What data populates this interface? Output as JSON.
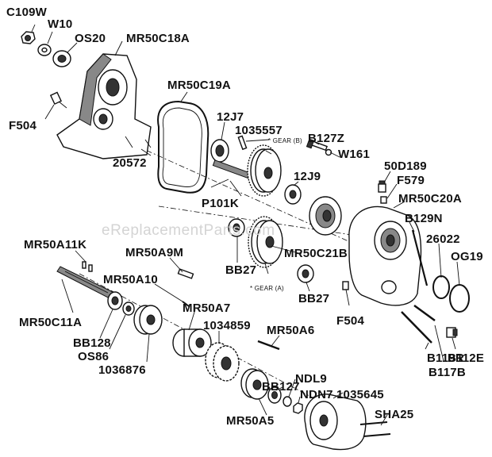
{
  "watermark": "eReplacementParts.com",
  "labels": {
    "c109w": "C109W",
    "w10": "W10",
    "os20": "OS20",
    "mr50c18a": "MR50C18A",
    "f504_top": "F504",
    "mr50c19a": "MR50C19A",
    "n20572": "20572",
    "j12j7": "12J7",
    "n1035557": "1035557",
    "gear_b": "* GEAR (B)",
    "b127z": "B127Z",
    "w161": "W161",
    "j12j9": "12J9",
    "p101k": "P101K",
    "d50d189": "50D189",
    "f579": "F579",
    "mr50c20a": "MR50C20A",
    "b129n": "B129N",
    "n26022": "26022",
    "og19": "OG19",
    "mr50a11k": "MR50A11K",
    "mr50a9m": "MR50A9M",
    "mr50a10": "MR50A10",
    "bb27_left": "BB27",
    "mr50c21b": "MR50C21B",
    "gear_a": "* GEAR (A)",
    "bb27_right": "BB27",
    "f504_right": "F504",
    "mr50c11a": "MR50C11A",
    "mr50a7": "MR50A7",
    "n1034859": "1034859",
    "mr50a6": "MR50A6",
    "bb128": "BB128",
    "os86": "OS86",
    "n1036876": "1036876",
    "bb127": "BB127",
    "ndl9": "NDL9",
    "ndn7": "NDN7",
    "n1035645": "1035645",
    "b119r": "B119R",
    "b117b": "B117B",
    "b112e": "B112E",
    "sha25": "SHA25",
    "mr50a5": "MR50A5"
  }
}
